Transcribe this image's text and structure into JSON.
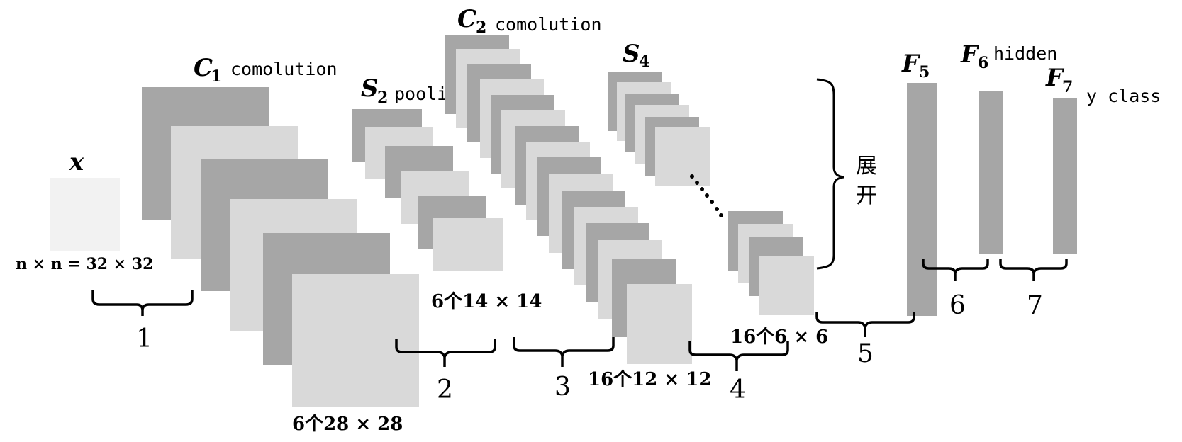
{
  "input": {
    "symbol": "x",
    "size_label": "n × n = 32 × 32"
  },
  "layers": {
    "c1": {
      "symbol": "C",
      "subscript": "1",
      "name": "comolution",
      "size_label": "6个28 × 28"
    },
    "s2": {
      "symbol": "S",
      "subscript": "2",
      "name": "pooling",
      "size_label": "6个14 × 14"
    },
    "c2": {
      "symbol": "C",
      "subscript": "2",
      "name": "comolution",
      "size_label": "16个12 × 12"
    },
    "s4": {
      "symbol": "S",
      "subscript": "4",
      "name": "",
      "size_label": "16个6 × 6"
    },
    "f5": {
      "symbol": "F",
      "subscript": "5",
      "name": ""
    },
    "f6": {
      "symbol": "F",
      "subscript": "6",
      "name": "hidden"
    },
    "f7": {
      "symbol": "F",
      "subscript": "7",
      "name": "y class"
    }
  },
  "flatten_label": [
    "展",
    "开"
  ],
  "step_numbers": [
    "1",
    "2",
    "3",
    "4",
    "5",
    "6",
    "7"
  ],
  "colors": {
    "dark": "#a6a6a6",
    "light": "#d9d9d9",
    "input": "#f2f2f2"
  }
}
